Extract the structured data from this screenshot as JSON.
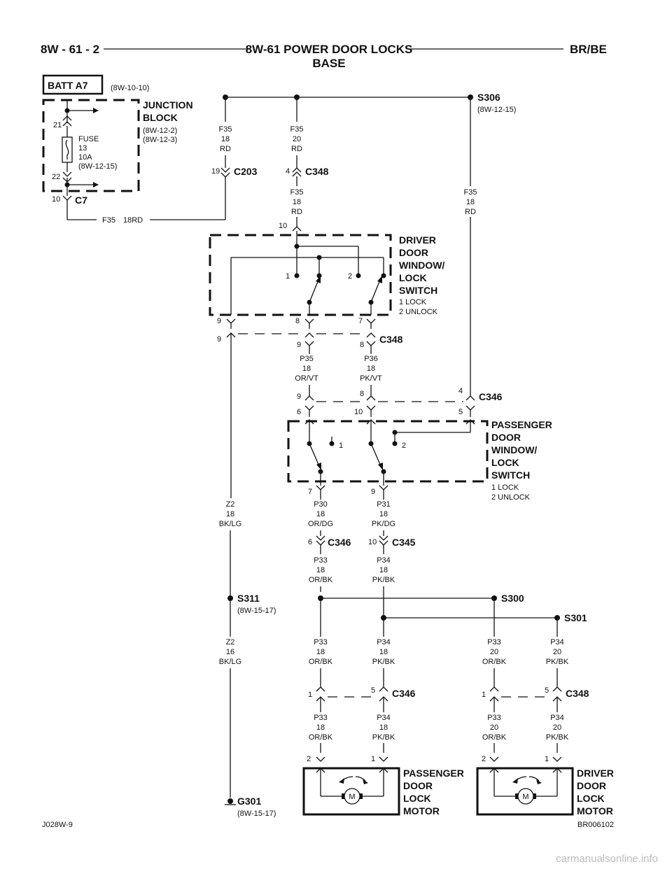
{
  "header": {
    "left": "8W - 61 - 2",
    "center_line1": "8W-61 POWER DOOR LOCKS",
    "center_line2": "BASE",
    "right": "BR/BE"
  },
  "junction_block": {
    "batt": "BATT A7",
    "batt_ref": "(8W-10-10)",
    "name1": "JUNCTION",
    "name2": "BLOCK",
    "ref1": "(8W-12-2)",
    "ref2": "(8W-12-3)",
    "fuse": "FUSE",
    "fuse_num": "13",
    "fuse_amp": "10A",
    "fuse_ref": "(8W-12-15)",
    "pin_top": "21",
    "pin_bottom": "22",
    "conn_pin": "10",
    "conn": "C7",
    "wire": "F35",
    "wire_spec": "18RD"
  },
  "splice_s306": {
    "name": "S306",
    "ref": "(8W-12-15)"
  },
  "wires": {
    "f35_left": [
      "F35",
      "18",
      "RD"
    ],
    "f35_mid": [
      "F35",
      "20",
      "RD"
    ],
    "f35_mid2": [
      "F35",
      "18",
      "RD"
    ],
    "f35_right": [
      "F35",
      "18",
      "RD"
    ],
    "p35": [
      "P35",
      "18",
      "OR/VT"
    ],
    "p36": [
      "P36",
      "18",
      "PK/VT"
    ],
    "z2a": [
      "Z2",
      "18",
      "BK/LG"
    ],
    "p30": [
      "P30",
      "18",
      "OR/DG"
    ],
    "p31": [
      "P31",
      "18",
      "PK/DG"
    ],
    "p33a": [
      "P33",
      "18",
      "OR/BK"
    ],
    "p34a": [
      "P34",
      "18",
      "PK/BK"
    ],
    "z2b": [
      "Z2",
      "16",
      "BK/LG"
    ],
    "p33b": [
      "P33",
      "18",
      "OR/BK"
    ],
    "p34b": [
      "P34",
      "18",
      "PK/BK"
    ],
    "p33c": [
      "P33",
      "20",
      "OR/BK"
    ],
    "p34c": [
      "P34",
      "20",
      "PK/BK"
    ],
    "p33d": [
      "P33",
      "18",
      "OR/BK"
    ],
    "p34d": [
      "P34",
      "18",
      "PK/BK"
    ],
    "p33e": [
      "P33",
      "20",
      "OR/BK"
    ],
    "p34e": [
      "P34",
      "20",
      "PK/BK"
    ]
  },
  "connectors": {
    "c203": {
      "name": "C203",
      "pin": "19"
    },
    "c348_top": {
      "name": "C348",
      "pin": "4"
    },
    "c348_mid": {
      "name": "C348",
      "pins": [
        "9",
        "9",
        "8"
      ]
    },
    "c346_mid": {
      "name": "C346",
      "pins": [
        "9",
        "8",
        "4",
        "6",
        "10",
        "5"
      ]
    },
    "c346_low": {
      "name": "C346",
      "pin": "6"
    },
    "c345": {
      "name": "C345",
      "pin": "10"
    },
    "c346_bot": {
      "name": "C346",
      "pins": [
        "1",
        "5"
      ]
    },
    "c348_bot": {
      "name": "C348",
      "pins": [
        "1",
        "5"
      ]
    }
  },
  "driver_switch": {
    "lines": [
      "DRIVER",
      "DOOR",
      "WINDOW/",
      "LOCK",
      "SWITCH"
    ],
    "note1": "1 LOCK",
    "note2": "2 UNLOCK",
    "pin_top": "10",
    "pins": [
      "9",
      "8",
      "7"
    ],
    "contacts": [
      "1",
      "2"
    ]
  },
  "passenger_switch": {
    "lines": [
      "PASSENGER",
      "DOOR",
      "WINDOW/",
      "LOCK",
      "SWITCH"
    ],
    "note1": "1 LOCK",
    "note2": "2 UNLOCK",
    "pins": [
      "7",
      "9"
    ],
    "contacts": [
      "1",
      "2"
    ]
  },
  "splices": {
    "s311": {
      "name": "S311",
      "ref": "(8W-15-17)"
    },
    "s300": {
      "name": "S300"
    },
    "s301": {
      "name": "S301"
    },
    "g301": {
      "name": "G301",
      "ref": "(8W-15-17)"
    }
  },
  "motors": {
    "passenger": {
      "lines": [
        "PASSENGER",
        "DOOR",
        "LOCK",
        "MOTOR"
      ],
      "pins": [
        "2",
        "1"
      ],
      "m": "M"
    },
    "driver": {
      "lines": [
        "DRIVER",
        "DOOR",
        "LOCK",
        "MOTOR"
      ],
      "pins": [
        "2",
        "1"
      ],
      "m": "M"
    }
  },
  "footer": {
    "left": "J028W-9",
    "right": "BR006102",
    "watermark": "carmanualsonline.info"
  }
}
